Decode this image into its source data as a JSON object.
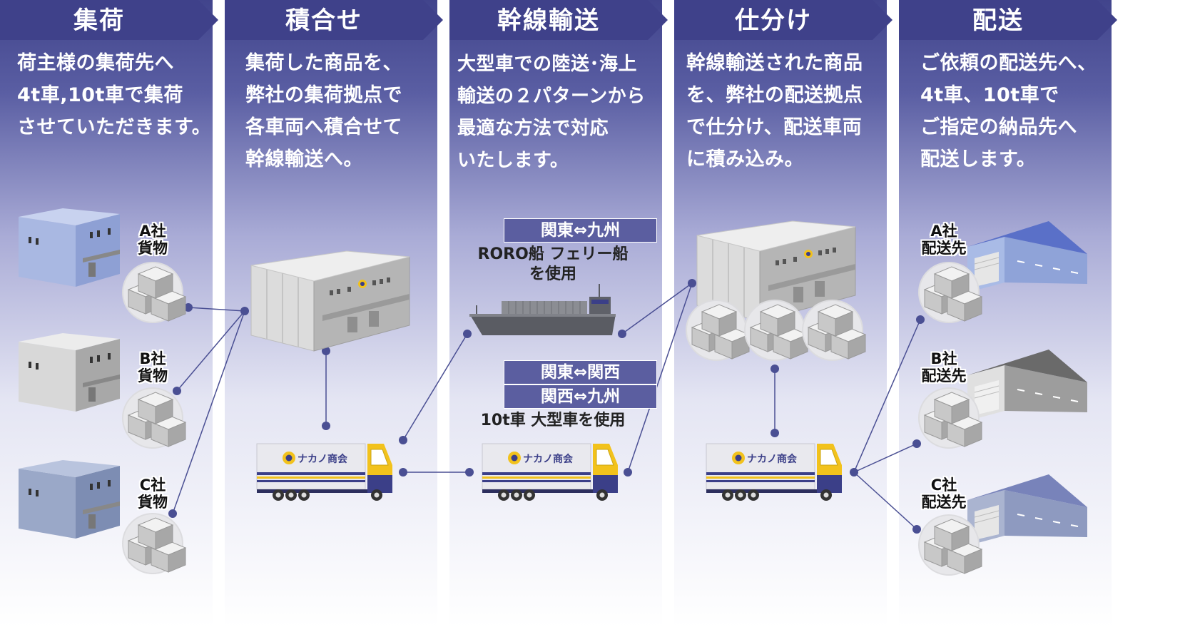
{
  "colors": {
    "header": "#3f418a",
    "column_top": "#41448c",
    "line": "#4a4f93",
    "dot": "#4a4f93",
    "route_box": "#5b5ea0",
    "truck_yellow": "#f2c21c",
    "truck_navy": "#3b3f88"
  },
  "steps": [
    {
      "title": "集荷",
      "description": [
        "荷主様の集荷先へ",
        "4t車,10t車で集荷",
        "させていただきます。"
      ]
    },
    {
      "title": "積合せ",
      "description": [
        "集荷した商品を、",
        "弊社の集荷拠点で",
        "各車両へ積合せて",
        "幹線輸送へ。"
      ]
    },
    {
      "title": "幹線輸送",
      "description": [
        "大型車での陸送･海上",
        "輸送の２パターンから",
        "最適な方法で対応",
        "いたします。"
      ]
    },
    {
      "title": "仕分け",
      "description": [
        "幹線輸送された商品",
        "を、弊社の配送拠点",
        "で仕分け、配送車両",
        "に積み込み。"
      ]
    },
    {
      "title": "配送",
      "description": [
        "ご依頼の配送先へ、",
        "4t車、10t車で",
        "ご指定の納品先へ",
        "配送します。"
      ]
    }
  ],
  "shippers": [
    {
      "line1": "A社",
      "line2": "貨物"
    },
    {
      "line1": "B社",
      "line2": "貨物"
    },
    {
      "line1": "C社",
      "line2": "貨物"
    }
  ],
  "destinations": [
    {
      "line1": "A社",
      "line2": "配送先"
    },
    {
      "line1": "B社",
      "line2": "配送先"
    },
    {
      "line1": "C社",
      "line2": "配送先"
    }
  ],
  "sea_route": {
    "route": "関東⇔九州",
    "note": [
      "RORO船 フェリー船",
      "を使用"
    ]
  },
  "land_route": {
    "routes": [
      "関東⇔関西",
      "関西⇔九州"
    ],
    "note": "10t車 大型車を使用"
  },
  "company": {
    "truck_logo": "ナカノ商会",
    "icon": "company-logo-icon"
  }
}
